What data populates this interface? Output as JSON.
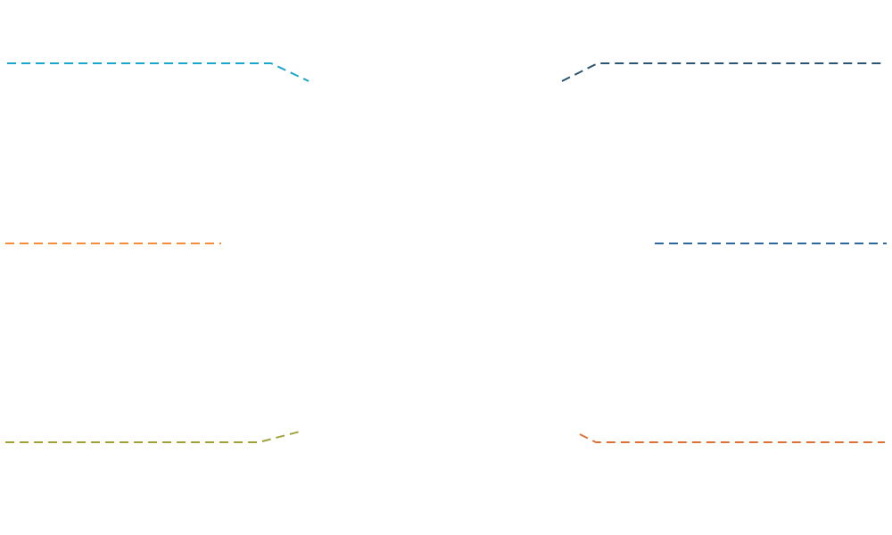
{
  "connectors": [
    {
      "id": "top-left",
      "color": "#1ba6cf"
    },
    {
      "id": "top-right",
      "color": "#2c5473"
    },
    {
      "id": "middle-left",
      "color": "#f48b38"
    },
    {
      "id": "middle-right",
      "color": "#2e6aa1"
    },
    {
      "id": "bottom-left",
      "color": "#a2a23d"
    },
    {
      "id": "bottom-right",
      "color": "#e0703a"
    }
  ]
}
